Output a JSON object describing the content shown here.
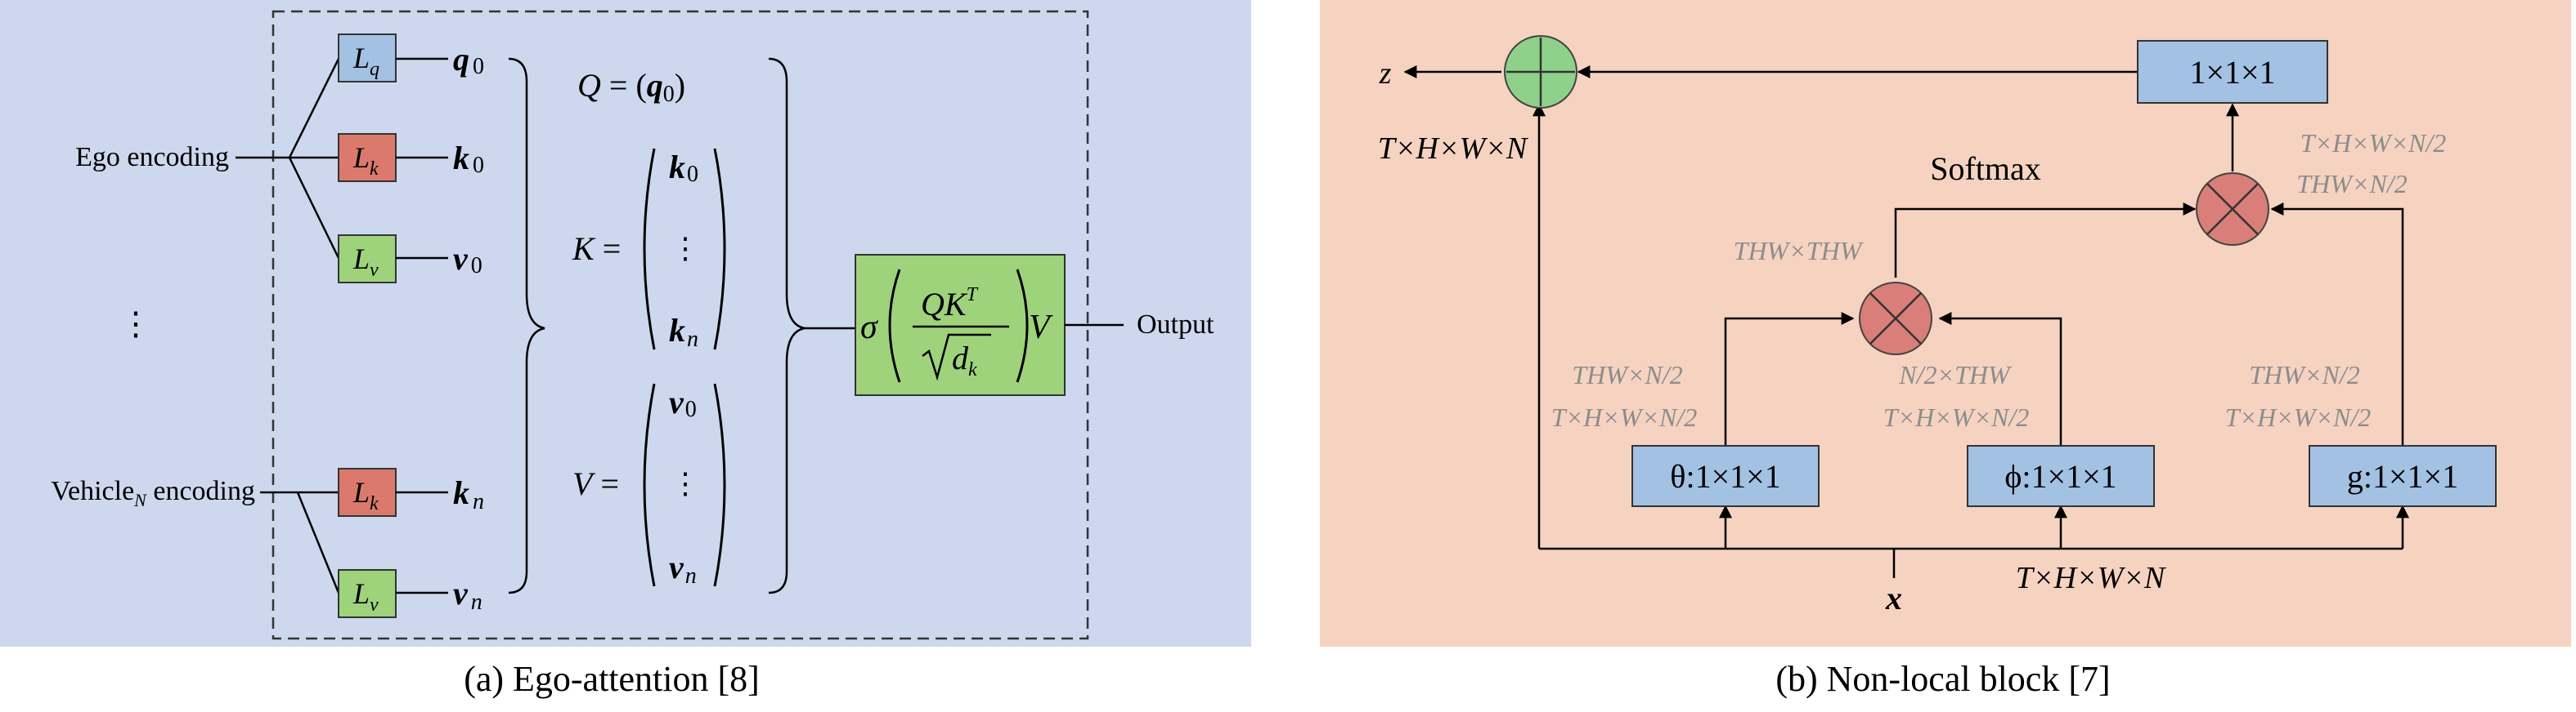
{
  "colors": {
    "panel_a_bg": "#cdd8ee",
    "panel_b_bg": "#f5d3c0",
    "box_blue": "#a3c1e3",
    "box_red": "#db7a6c",
    "box_green": "#9fd37b",
    "sum_circle": "#8fd18a",
    "mul_circle": "#d97e78",
    "line": "#000000",
    "annotation_gray": "#8c8c8c"
  },
  "panel_a": {
    "caption": "(a) Ego-attention [8]",
    "ego_label": "Ego encoding",
    "vdots": "⋮",
    "vehicle_label_main": "Vehicle",
    "vehicle_label_sub": "N",
    "vehicle_label_tail": " encoding",
    "L": "L",
    "sub_q": "q",
    "sub_k": "k",
    "sub_v": "v",
    "q0_var": "q",
    "k0_var": "k",
    "v0_var": "v",
    "kn_var": "k",
    "vn_var": "v",
    "sub_0": "0",
    "sub_n": "n",
    "eq_Q_lhs": "Q",
    "eq_K_lhs": "K",
    "eq_V_lhs": "V",
    "equals": " = ",
    "sigma": "σ",
    "frac_num": "QK",
    "frac_sup": "T",
    "frac_den_var": "d",
    "frac_den_sub": "k",
    "frac_tail": "V",
    "output_label": "Output"
  },
  "panel_b": {
    "caption": "(b) Non-local block [7]",
    "z_label": "z",
    "x_label": "x",
    "softmax_label": "Softmax",
    "conv_top": "1×1×1",
    "theta_box": "θ:1×1×1",
    "phi_box": "ϕ:1×1×1",
    "g_box": "g:1×1×1",
    "dim_output": "T×H×W×N",
    "dim_input": "T×H×W×N",
    "dim_out_mul_1": "T×H×W×N/2",
    "dim_out_mul_2": "THW×N/2",
    "dim_softmax": "THW×THW",
    "dim_theta_1": "THW×N/2",
    "dim_theta_2": "T×H×W×N/2",
    "dim_phi_1": "N/2×THW",
    "dim_phi_2": "T×H×W×N/2",
    "dim_g_1": "THW×N/2",
    "dim_g_2": "T×H×W×N/2"
  }
}
